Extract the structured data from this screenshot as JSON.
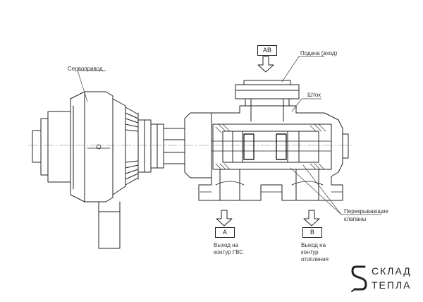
{
  "labels": {
    "actuator": "Сервопривод",
    "supply": "Подача (вход)",
    "stem": "Шток",
    "valves_line1": "Перекрывающие",
    "valves_line2": "клапаны",
    "outlet_a_line1": "Выход на",
    "outlet_a_line2": "контур ГВС",
    "outlet_b_line1": "Выход на",
    "outlet_b_line2": "контур",
    "outlet_b_line3": "отопления"
  },
  "ports": {
    "ab": "AB",
    "a": "A",
    "b": "B"
  },
  "logo": {
    "line1": "СКЛАД",
    "line2": "ТЕПЛА",
    "mark_letter": "S",
    "icon": "logo-s-icon"
  }
}
